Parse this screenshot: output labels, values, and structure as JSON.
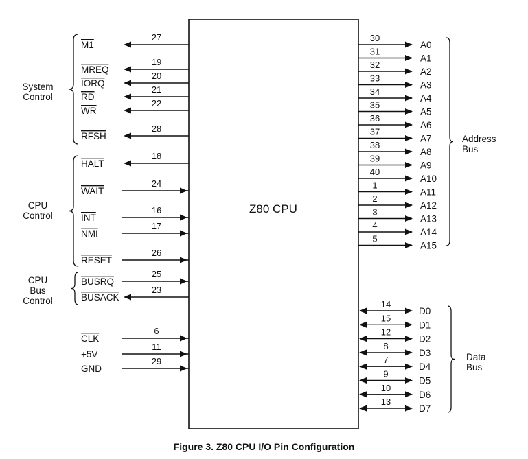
{
  "chip_label": "Z80 CPU",
  "caption": "Figure 3. Z80 CPU I/O Pin Configuration",
  "left_pins": [
    {
      "name": "M1",
      "num": "27",
      "dir": "out",
      "overline": true
    },
    {
      "name": "MREQ",
      "num": "19",
      "dir": "out",
      "overline": true
    },
    {
      "name": "IORQ",
      "num": "20",
      "dir": "out",
      "overline": true
    },
    {
      "name": "RD",
      "num": "21",
      "dir": "out",
      "overline": true
    },
    {
      "name": "WR",
      "num": "22",
      "dir": "out",
      "overline": true
    },
    {
      "name": "RFSH",
      "num": "28",
      "dir": "out",
      "overline": true
    },
    {
      "name": "HALT",
      "num": "18",
      "dir": "out",
      "overline": true
    },
    {
      "name": "WAIT",
      "num": "24",
      "dir": "in",
      "overline": true
    },
    {
      "name": "INT",
      "num": "16",
      "dir": "in",
      "overline": true
    },
    {
      "name": "NMI",
      "num": "17",
      "dir": "in",
      "overline": true
    },
    {
      "name": "RESET",
      "num": "26",
      "dir": "in",
      "overline": true
    },
    {
      "name": "BUSRQ",
      "num": "25",
      "dir": "in",
      "overline": true
    },
    {
      "name": "BUSACK",
      "num": "23",
      "dir": "out",
      "overline": true
    },
    {
      "name": "CLK",
      "num": "6",
      "dir": "in",
      "overline": true
    },
    {
      "name": "+5V",
      "num": "11",
      "dir": "in",
      "overline": false
    },
    {
      "name": "GND",
      "num": "29",
      "dir": "in",
      "overline": false
    }
  ],
  "address_pins": [
    {
      "name": "A0",
      "num": "30"
    },
    {
      "name": "A1",
      "num": "31"
    },
    {
      "name": "A2",
      "num": "32"
    },
    {
      "name": "A3",
      "num": "33"
    },
    {
      "name": "A4",
      "num": "34"
    },
    {
      "name": "A5",
      "num": "35"
    },
    {
      "name": "A6",
      "num": "36"
    },
    {
      "name": "A7",
      "num": "37"
    },
    {
      "name": "A8",
      "num": "38"
    },
    {
      "name": "A9",
      "num": "39"
    },
    {
      "name": "A10",
      "num": "40"
    },
    {
      "name": "A11",
      "num": "1"
    },
    {
      "name": "A12",
      "num": "2"
    },
    {
      "name": "A13",
      "num": "3"
    },
    {
      "name": "A14",
      "num": "4"
    },
    {
      "name": "A15",
      "num": "5"
    }
  ],
  "data_pins": [
    {
      "name": "D0",
      "num": "14"
    },
    {
      "name": "D1",
      "num": "15"
    },
    {
      "name": "D2",
      "num": "12"
    },
    {
      "name": "D3",
      "num": "8"
    },
    {
      "name": "D4",
      "num": "7"
    },
    {
      "name": "D5",
      "num": "9"
    },
    {
      "name": "D6",
      "num": "10"
    },
    {
      "name": "D7",
      "num": "13"
    }
  ],
  "groups": {
    "system_control": [
      "System",
      "Control"
    ],
    "cpu_control": [
      "CPU",
      "Control"
    ],
    "cpu_bus_control": [
      "CPU",
      "Bus",
      "Control"
    ],
    "address_bus": [
      "Address",
      "Bus"
    ],
    "data_bus": [
      "Data",
      "Bus"
    ]
  }
}
